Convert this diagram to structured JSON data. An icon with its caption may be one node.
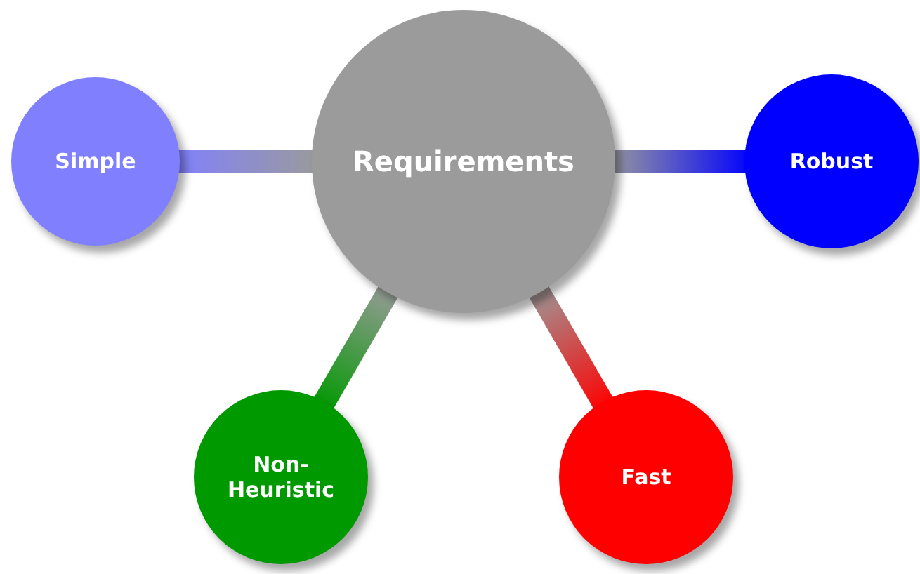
{
  "diagram": {
    "nodes": [
      {
        "text": [
          "Requirements"
        ]
      },
      {
        "text": [
          "Simple"
        ]
      },
      {
        "text": [
          "Robust"
        ]
      },
      {
        "text": [
          "Non-Heuristic"
        ]
      },
      {
        "text": [
          "Fast"
        ]
      }
    ],
    "edges": [
      {
        "from": 0,
        "to": 1,
        "arrow": "none",
        "style": "thick"
      },
      {
        "from": 0,
        "to": 2,
        "arrow": "none",
        "style": "thick"
      },
      {
        "from": 0,
        "to": 3,
        "arrow": "none",
        "style": "thick"
      },
      {
        "from": 0,
        "to": 4,
        "arrow": "none",
        "style": "thick"
      }
    ]
  }
}
